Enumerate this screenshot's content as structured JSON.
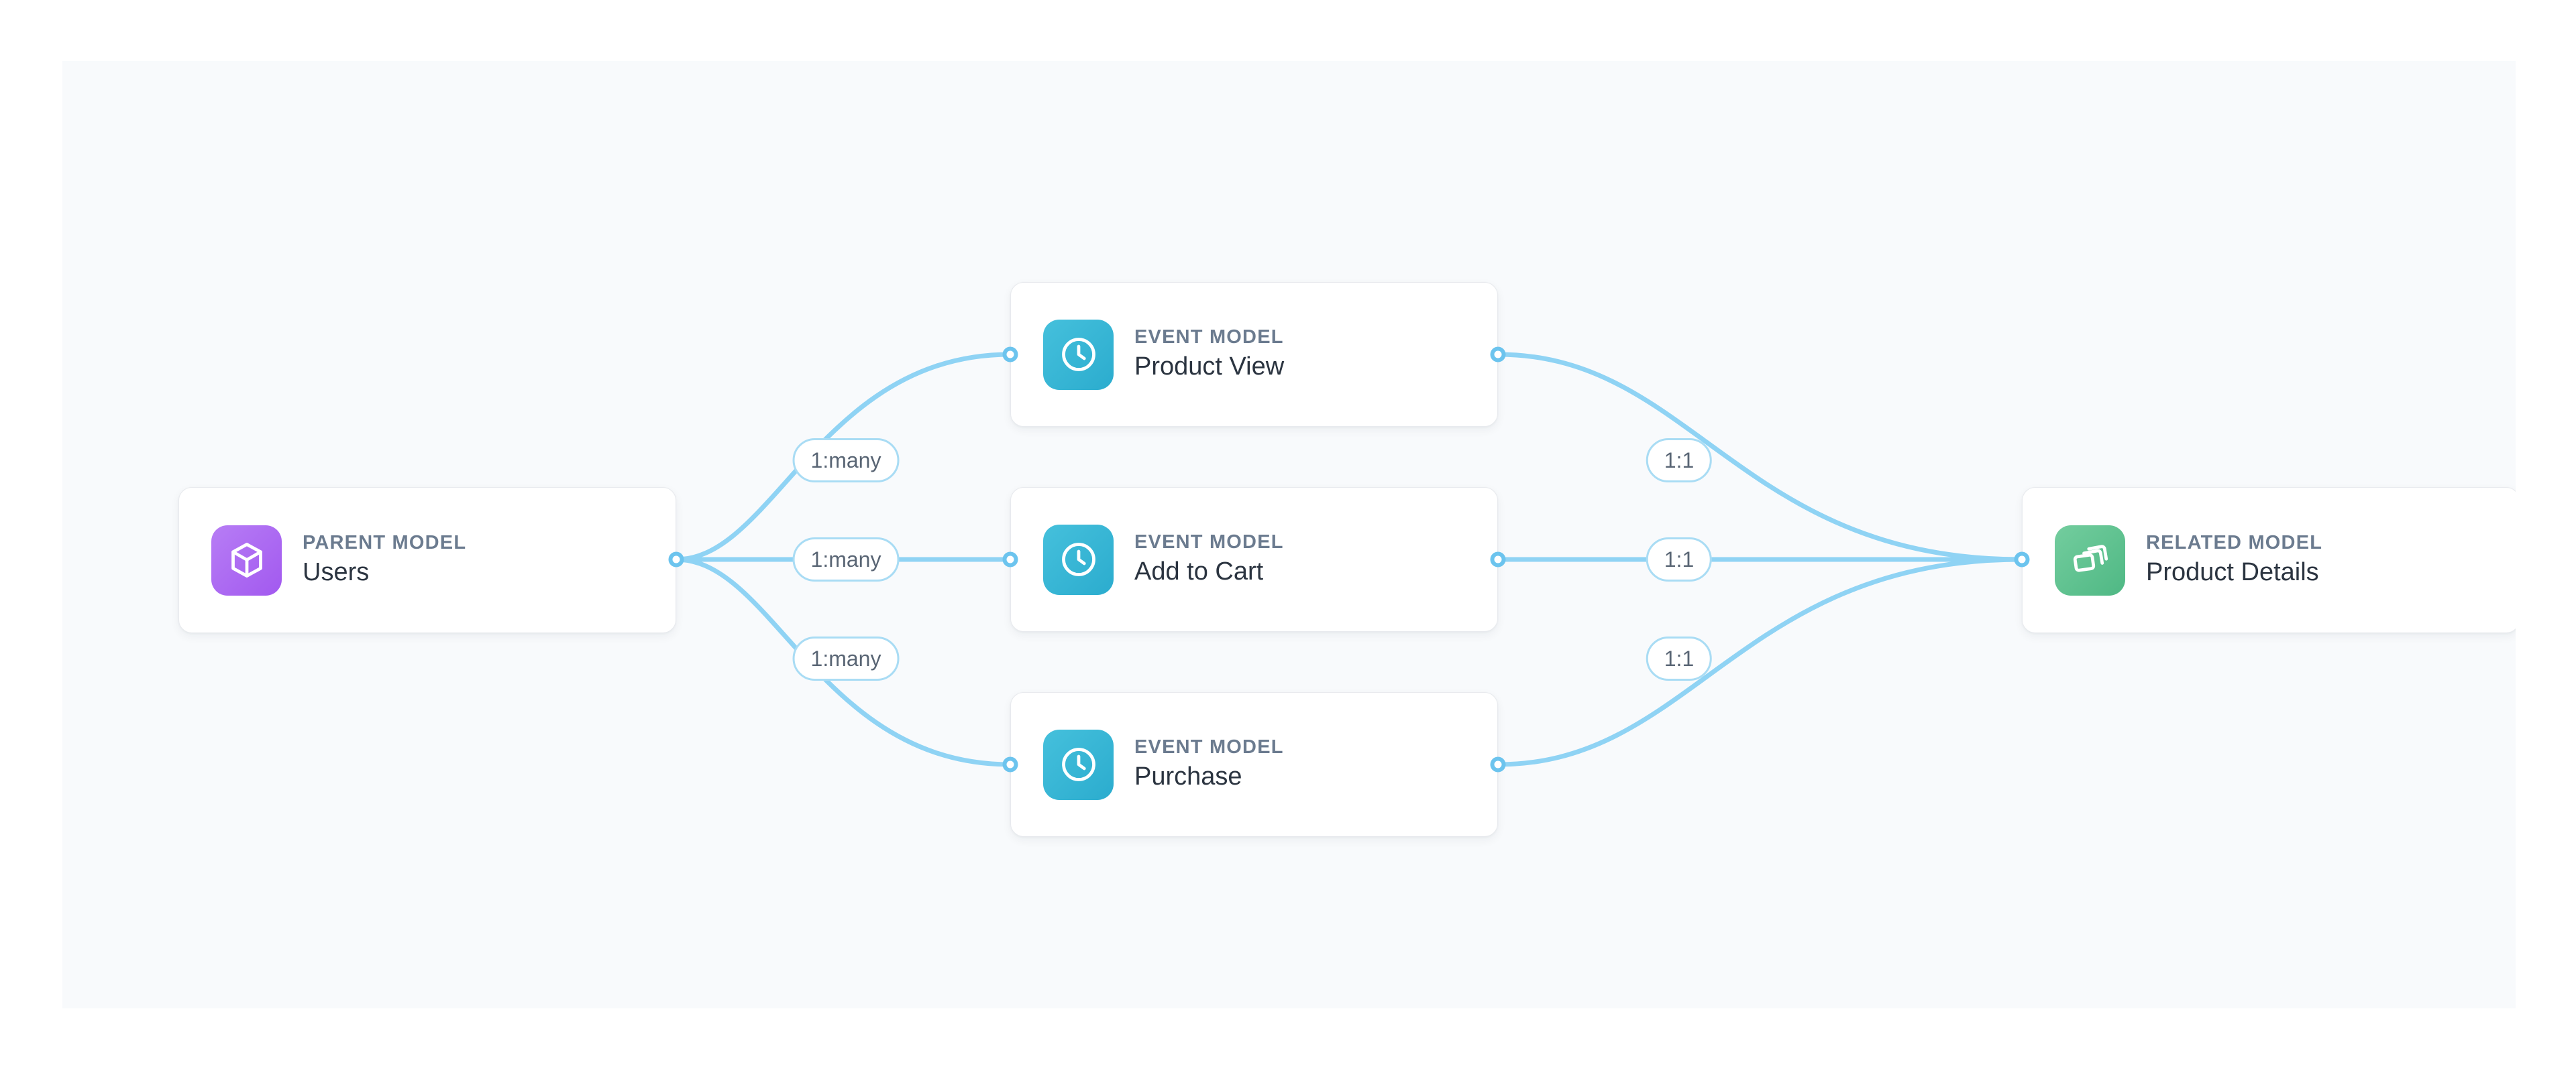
{
  "canvas": {
    "background_color": "#f8fafc",
    "dot_color": "#e2e5ea"
  },
  "theme": {
    "edge_color": "#8fd3f4",
    "port_ring_color": "#6cc4ee",
    "badge_border_color": "#a9dcf4",
    "parent_icon_color": "#a855f7",
    "event_icon_color": "#35b6d4",
    "related_icon_color": "#5ec08d",
    "card_border_color": "#e8eaee",
    "kind_label_color": "#6b7b8f",
    "title_color": "#2b3440"
  },
  "nodes": {
    "parent": {
      "kind_label": "PARENT MODEL",
      "title": "Users",
      "icon": "cube-icon"
    },
    "events": [
      {
        "kind_label": "EVENT MODEL",
        "title": "Product View",
        "icon": "clock-icon"
      },
      {
        "kind_label": "EVENT MODEL",
        "title": "Add to Cart",
        "icon": "clock-icon"
      },
      {
        "kind_label": "EVENT MODEL",
        "title": "Purchase",
        "icon": "clock-icon"
      }
    ],
    "related": {
      "kind_label": "RELATED MODEL",
      "title": "Product Details",
      "icon": "layers-icon"
    }
  },
  "edges": {
    "left_labels": [
      "1:many",
      "1:many",
      "1:many"
    ],
    "right_labels": [
      "1:1",
      "1:1",
      "1:1"
    ]
  }
}
